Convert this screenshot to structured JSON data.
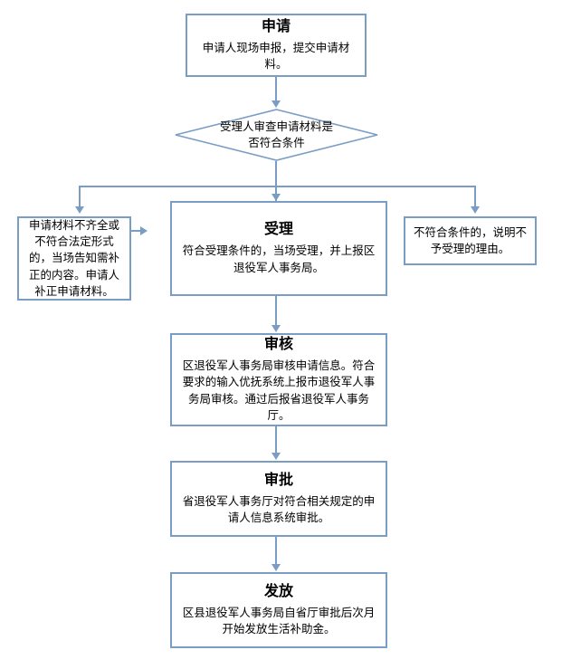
{
  "diagram": {
    "type": "flowchart",
    "orientation": "top-to-bottom",
    "accent_color": "#7a9dc6",
    "background_color": "#ffffff",
    "text_color": "#000000"
  },
  "nodes": {
    "apply": {
      "shape": "rectangle",
      "title": "申请",
      "body": "申请人现场申报，提交申请材料。"
    },
    "decision": {
      "shape": "diamond",
      "text": "受理人审查申请材料是否符合条件"
    },
    "incomplete": {
      "shape": "rectangle",
      "title": "",
      "body": "申请材料不齐全或不符合法定形式的，当场告知需补正的内容。申请人补正申请材料。"
    },
    "accept": {
      "shape": "rectangle",
      "title": "受理",
      "body": "符合受理条件的，当场受理，并上报区退役军人事务局。"
    },
    "reject": {
      "shape": "rectangle",
      "title": "",
      "body": "不符合条件的，说明不予受理的理由。"
    },
    "review": {
      "shape": "rectangle",
      "title": "审核",
      "body": "区退役军人事务局审核申请信息。符合要求的输入优抚系统上报市退役军人事务局审核。通过后报省退役军人事务厅。"
    },
    "approve": {
      "shape": "rectangle",
      "title": "审批",
      "body": "省退役军人事务厅对符合相关规定的申请人信息系统审批。"
    },
    "issue": {
      "shape": "rectangle",
      "title": "发放",
      "body": "区县退役军人事务局自省厅审批后次月开始发放生活补助金。"
    }
  },
  "edges": [
    {
      "from": "apply",
      "to": "decision",
      "label": ""
    },
    {
      "from": "decision",
      "to": "incomplete",
      "label": ""
    },
    {
      "from": "decision",
      "to": "accept",
      "label": ""
    },
    {
      "from": "decision",
      "to": "reject",
      "label": ""
    },
    {
      "from": "incomplete",
      "to": "accept",
      "label": ""
    },
    {
      "from": "accept",
      "to": "review",
      "label": ""
    },
    {
      "from": "review",
      "to": "approve",
      "label": ""
    },
    {
      "from": "approve",
      "to": "issue",
      "label": ""
    }
  ]
}
